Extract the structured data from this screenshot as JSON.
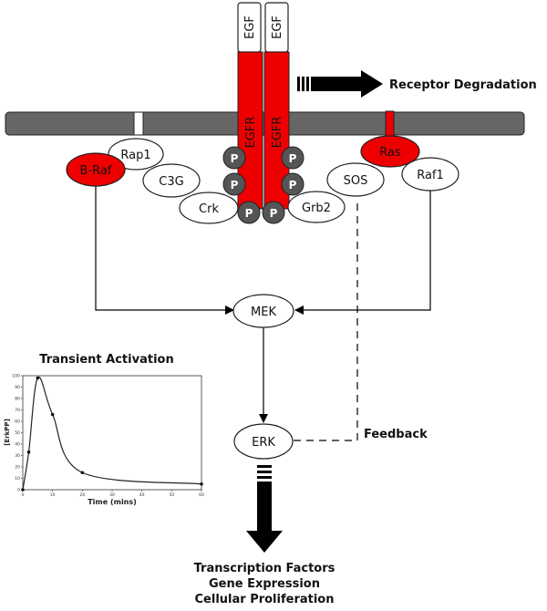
{
  "labels": {
    "egf": "EGF",
    "egfr": "EGFR",
    "phospho": "P",
    "rap1": "Rap1",
    "braf": "B-Raf",
    "c3g": "C3G",
    "crk": "Crk",
    "grb2": "Grb2",
    "sos": "SOS",
    "ras": "Ras",
    "raf1": "Raf1",
    "mek": "MEK",
    "erk": "ERK",
    "receptor_degradation": "Receptor Degradation",
    "feedback": "Feedback",
    "outputs": [
      "Transcription Factors",
      "Gene Expression",
      "Cellular Proliferation"
    ]
  },
  "inset": {
    "title": "Transient Activation",
    "ylabel": "[ErkPP]",
    "xlabel": "Time (mins)",
    "y_ticks": [
      "0",
      "10",
      "20",
      "30",
      "40",
      "50",
      "60",
      "70",
      "80",
      "90",
      "100"
    ],
    "x_ticks": [
      "0",
      "10",
      "20",
      "30",
      "40",
      "50",
      "60"
    ],
    "points": [
      [
        0,
        0
      ],
      [
        2,
        33
      ],
      [
        5,
        98
      ],
      [
        10,
        66
      ],
      [
        20,
        15
      ],
      [
        60,
        5
      ]
    ]
  },
  "colors": {
    "receptor_red": "#ee0000",
    "membrane_gray": "#666666",
    "phospho_gray": "#555555"
  }
}
